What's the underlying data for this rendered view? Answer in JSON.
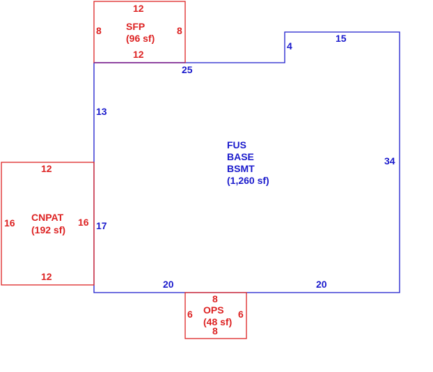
{
  "main_area": {
    "labels": [
      "FUS",
      "BASE",
      "BSMT"
    ],
    "area": "(1,260 sf)",
    "dims": {
      "top_left": "25",
      "top_right": "15",
      "notch": "4",
      "left_upper": "13",
      "left_lower": "17",
      "right": "34",
      "bottom_left": "20",
      "bottom_right": "20"
    }
  },
  "sfp": {
    "name": "SFP",
    "area": "(96 sf)",
    "dims": {
      "top": "12",
      "bottom": "12",
      "left": "8",
      "right": "8"
    }
  },
  "cnpat": {
    "name": "CNPAT",
    "area": "(192 sf)",
    "dims": {
      "top": "12",
      "bottom": "12",
      "left": "16",
      "right": "16"
    }
  },
  "ops": {
    "name": "OPS",
    "area": "(48 sf)",
    "dims": {
      "top": "8",
      "bottom": "8",
      "left": "6",
      "right": "6"
    }
  },
  "colors": {
    "main": "#1a1acc",
    "addition": "#dd2222"
  }
}
